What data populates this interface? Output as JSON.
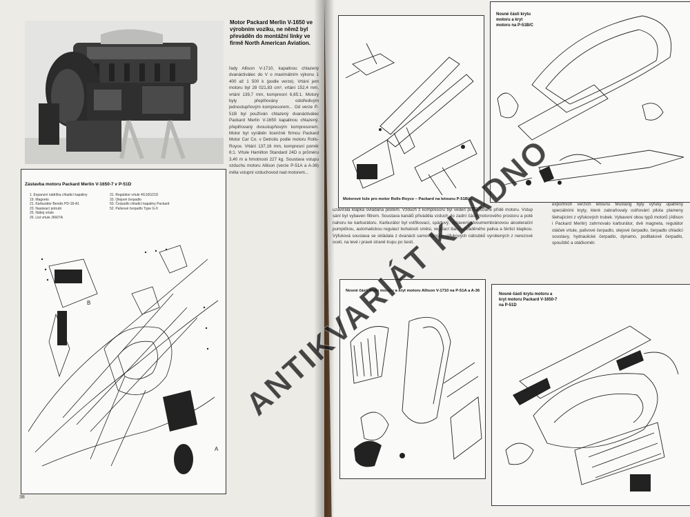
{
  "left_page": {
    "photo_caption": "Motor Packard Merlin V-1650 ve výrobním vozíku, ne němž byl převáděn do montážní linky ve firmě North American Aviation.",
    "body_text": "řady Allison V-1710, kapalinou chlazený dvanáctiválec do V o maximálním výkonu 1 400 až 1 500 k (podle verze). Vrtání jem motoru byl 28 021,83 cm³, vrtání 152,4 mm, vrtání 139,7 mm, kompresní 6,65:1. Motory byly přeplňovány odstředivým jednostupňovým kompresorem... Od verze P-51B byl používán chlazený dvanáctiválec Packard Merlin V-1650 kapalinou chlazený, přeplňovaný dvoustupňovým kompresorem. Motor byl vyráběn licenčně firmou Packard Motor Car Co. v Detroitu podle motoru Rolls-Royce. Vrtání 137,16 mm, kompresní poměr 6:1. Vrtule Hamilton Standard 24D o průměru 3,40 m a hmotnosti 227 kg. Soustava vstupu vzduchu motoru Allison (verze P-51A a A-36) měla vstupní vzduchovod nad motorem..."
  },
  "figure_left": {
    "title": "Zástavba motoru Packard Merlin V-1650-7 v P-51D",
    "legend_col1": [
      "1. Expanzní nádržka chladicí kapaliny",
      "19. Magneto",
      "21. Karburátor Bendix PD-18-A1",
      "23. Nasávací potrubí",
      "25. Náboj vrtule",
      "26. List vrtule J6607A"
    ],
    "legend_col2": [
      "31. Regulátor vrtule 4G10G21D",
      "33. Olejové čerpadlo",
      "50. Čerpadlo chladicí kapaliny Packard",
      "52. Palivové čerpadlo Type G-9"
    ],
    "label_a": "A",
    "label_b": "B"
  },
  "page_number": "38",
  "right_page": {
    "fig_top_left_title": "Motorové lože pro motor Rolls-Royce – Packard na letounu P-51B/C",
    "fig_top_right_title": "Nosné části krytu motoru a kryt motoru na P-51B/C",
    "text_col1": "uzavírala klapka ovládaná pilotem. Vzduch z kompresoru byl veden pravé straně přídě motoru. Vstup sání byl vybaven filtrem. Soustava kanálů přiváděla vzduch do zadní části motorového prostoru a poté nahoru ke karburátoru. Karburátor byl vstřikovací, spádový, vybavený dvoumembránovou akcelerační pumpičkou, automatickou regulací bohatosti směsi, regulací tlaku přiváděného paliva a škrticí klapkou. Výfuková soustava se skládala z dvanácti samostatných výfukových nátrubků vyrobených z nerezové oceli, na levé i pravé straně trupu po šesti.",
    "text_col2": "exportních verzích letounu Mustang byly výfuky opatřeny speciálními kryty, které zabraňovaly oslňování pilota plameny šlehajícími z výfukových trubek. Vybavení obou typů motorů (Allison i Packard Merlin) zahrnovalo karburátor, dvě magneta, regulátor otáček vrtule, palivové čerpadlo, olejové čerpadlo, čerpadlo chladicí soustavy, hydraulické čerpadlo, dynamo, podtlakové čerpadlo, spouštěč a otáčkoměr.",
    "fig_bottom_left_title": "Nosné části krytu motoru a kryt motoru Allison V-1710 na P-51A a A-36",
    "fig_bottom_right_title": "Nosné části krytu motoru a kryt motoru Packard V-1650-7 na P-51D"
  },
  "watermark": "ANTIKVARIÁT KLADNO"
}
